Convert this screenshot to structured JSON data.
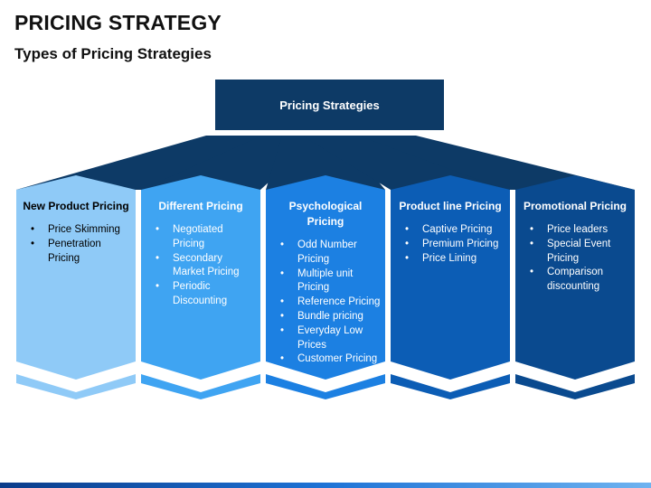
{
  "header": {
    "title": "PRICING STRATEGY",
    "subtitle": "Types of Pricing Strategies"
  },
  "root": {
    "label": "Pricing Strategies",
    "color": "#0d3a66"
  },
  "connector_color": "#0d3a66",
  "columns": [
    {
      "title": "New Product Pricing",
      "items": [
        "Price Skimming",
        "Penetration Pricing"
      ],
      "color": "#8fcaf7",
      "text_color": "#000000"
    },
    {
      "title": "Different Pricing",
      "items": [
        "Negotiated Pricing",
        "Secondary Market Pricing",
        "Periodic Discounting"
      ],
      "color": "#3fa4f2",
      "text_color": "#ffffff"
    },
    {
      "title": "Psychological Pricing",
      "items": [
        "Odd Number Pricing",
        "Multiple unit Pricing",
        "Reference Pricing",
        "Bundle pricing",
        "Everyday Low Prices",
        "Customer Pricing"
      ],
      "color": "#1c80e2",
      "text_color": "#ffffff"
    },
    {
      "title": "Product line Pricing",
      "items": [
        "Captive Pricing",
        "Premium Pricing",
        "Price Lining"
      ],
      "color": "#0c5db5",
      "text_color": "#ffffff"
    },
    {
      "title": "Promotional Pricing",
      "items": [
        "Price leaders",
        "Special Event Pricing",
        "Comparison discounting"
      ],
      "color": "#0a4a8f",
      "text_color": "#ffffff"
    }
  ]
}
